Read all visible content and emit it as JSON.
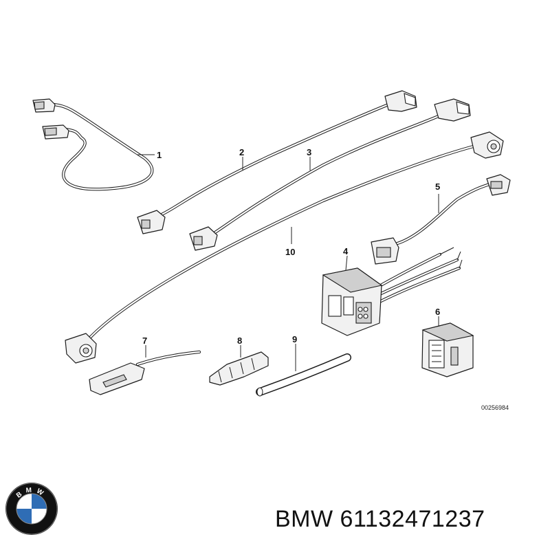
{
  "callouts": [
    "1",
    "2",
    "3",
    "4",
    "5",
    "6",
    "7",
    "8",
    "9",
    "10"
  ],
  "reference_number": "00256984",
  "caption": {
    "brand": "BMW",
    "part_number": "61132471237"
  },
  "logo": {
    "ring_text": "BMW",
    "colors": {
      "ring": "#111111",
      "blue": "#2f6db5",
      "white": "#ffffff"
    }
  }
}
